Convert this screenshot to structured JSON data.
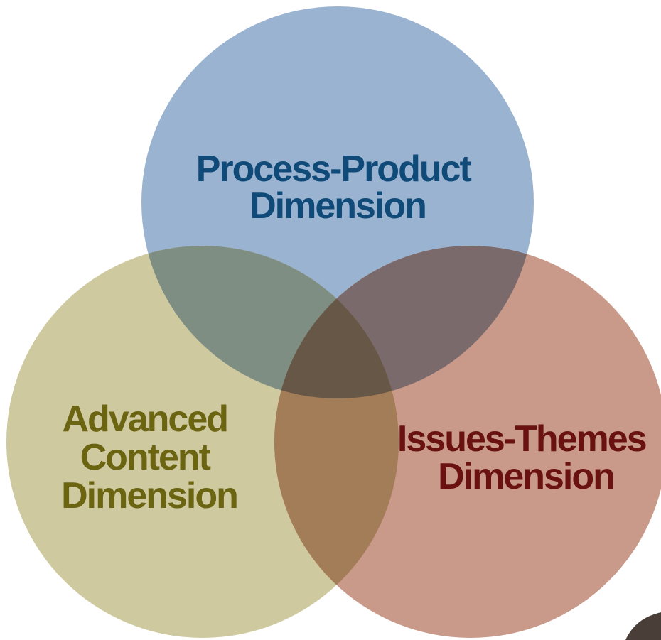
{
  "diagram": {
    "type": "venn",
    "sets": [
      {
        "id": "process-product",
        "lines": [
          "Process-Product",
          "Dimension"
        ],
        "fill": "#9ab3d0",
        "text_color": "#0f4a78"
      },
      {
        "id": "advanced-content",
        "lines": [
          "Advanced",
          "Content",
          "Dimension"
        ],
        "fill": "#cfc9a0",
        "text_color": "#6b6411"
      },
      {
        "id": "issues-themes",
        "lines": [
          "Issues-Themes",
          "Dimension"
        ],
        "fill": "#c99a8a",
        "text_color": "#6a1212"
      }
    ],
    "overlaps": {
      "top_left": "#7f8e82",
      "top_right": "#7a6a6c",
      "left_right": "#a37c58",
      "center": "#665747"
    }
  }
}
